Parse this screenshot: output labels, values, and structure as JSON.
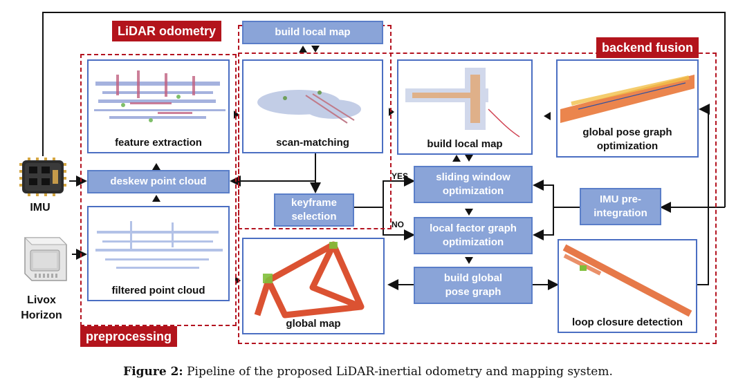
{
  "regions": {
    "lidar_odometry": "LiDAR odometry",
    "backend_fusion": "backend fusion",
    "preprocessing": "preprocessing"
  },
  "devices": {
    "imu": "IMU",
    "livox_line1": "Livox",
    "livox_line2": "Horizon"
  },
  "panels": {
    "feature_extraction": "feature extraction",
    "scan_matching": "scan-matching",
    "build_local_map": "build local map",
    "global_pose_graph_line1": "global pose graph",
    "global_pose_graph_line2": "optimization",
    "filtered_point_cloud": "filtered point cloud",
    "global_map": "global  map",
    "loop_closure_detection": "loop closure detection"
  },
  "boxes": {
    "build_local_map_top": "build local map",
    "deskew_point_cloud": "deskew point cloud",
    "keyframe_line1": "keyframe",
    "keyframe_line2": "selection",
    "sliding_window_line1": "sliding window",
    "sliding_window_line2": "optimization",
    "local_factor_line1": "local factor graph",
    "local_factor_line2": "optimization",
    "build_global_line1": "build global",
    "build_global_line2": "pose graph",
    "imu_pre_line1": "IMU pre-",
    "imu_pre_line2": "integration"
  },
  "branch_labels": {
    "yes": "YES",
    "no": "NO"
  },
  "caption": {
    "label": "Figure 2:",
    "text": "Pipeline of the proposed LiDAR-inertial odometry and mapping system."
  }
}
